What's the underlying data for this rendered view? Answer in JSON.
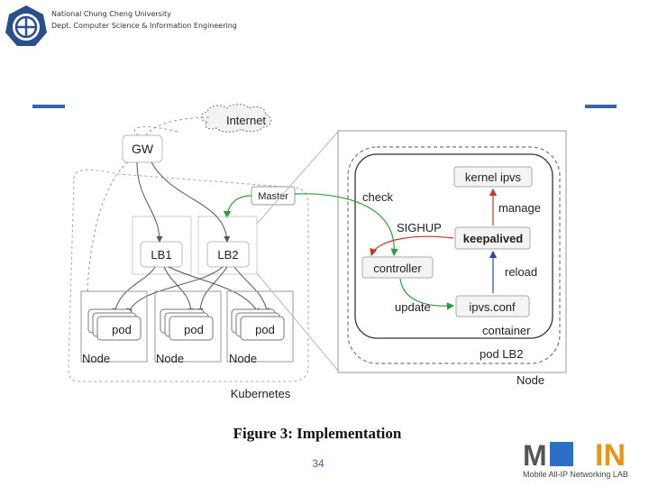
{
  "header": {
    "university": "National Chung Cheng University",
    "department": "Dept. Computer Science & Information Engineering"
  },
  "diagram": {
    "internet": "Internet",
    "gw": "GW",
    "master": "Master",
    "lb1": "LB1",
    "lb2": "LB2",
    "pod_label": "pod",
    "node_label": "Node",
    "kubernetes": "Kubernetes",
    "check": "check",
    "kernel_ipvs": "kernel ipvs",
    "manage": "manage",
    "sighup": "SIGHUP",
    "keepalived": "keepalived",
    "controller": "controller",
    "reload": "reload",
    "update": "update",
    "ipvs_conf": "ipvs.conf",
    "container": "container",
    "pod_lb2": "pod LB2",
    "detail_node": "Node"
  },
  "caption": "Figure 3: Implementation",
  "page_number": "34",
  "lab": {
    "name": "Mobile All-IP Networking LAB",
    "letters_left": "M",
    "letters_right": "IN"
  },
  "colors": {
    "accent": "#3a64a8",
    "green": "#2e9e3a",
    "red": "#c0392b",
    "blue": "#2d4aa8",
    "lab_orange": "#e8941a"
  }
}
